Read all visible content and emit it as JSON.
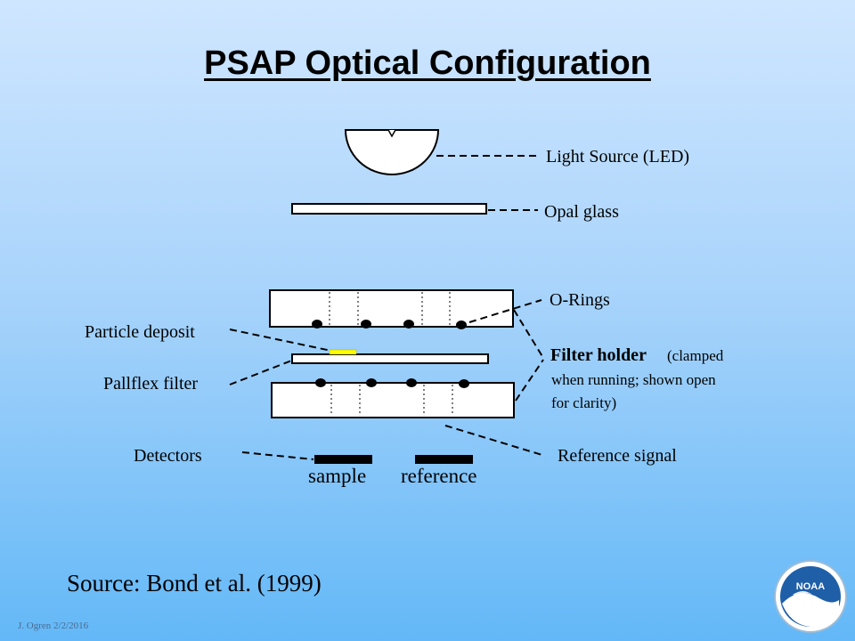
{
  "title": "PSAP Optical Configuration",
  "labels": {
    "light_source": "Light Source (LED)",
    "opal_glass": "Opal glass",
    "o_rings": "O-Rings",
    "particle_deposit": "Particle deposit",
    "filter_holder": "Filter holder",
    "filter_holder_note_1": "(clamped",
    "filter_holder_note_2": "when running; shown open",
    "filter_holder_note_3": "for clarity)",
    "pallflex_filter": "Pallflex filter",
    "detectors": "Detectors",
    "reference_signal": "Reference signal",
    "sample": "sample",
    "reference": "reference"
  },
  "source": "Source: Bond et al. (1999)",
  "footer": "J. Ogren  2/2/2016",
  "logo_text": "NOAA",
  "colors": {
    "particle_deposit": "#ffff00",
    "logo_blue": "#1f5fa8"
  }
}
